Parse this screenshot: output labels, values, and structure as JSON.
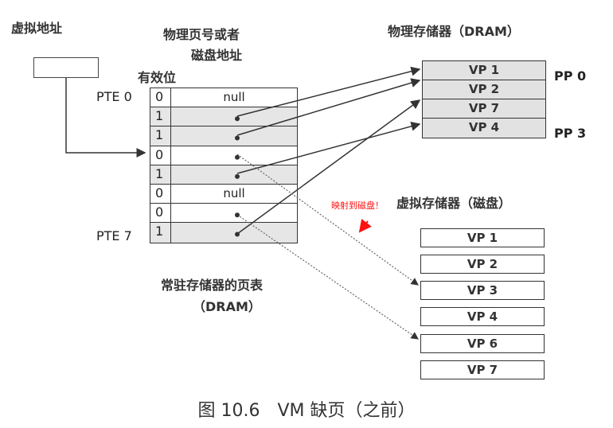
{
  "labels": {
    "virtual_address": "虚拟地址",
    "phys_page_or_disk_line1": "物理页号或者",
    "phys_page_or_disk_line2": "磁盘地址",
    "valid_bit": "有效位",
    "pte_first": "PTE 0",
    "pte_last": "PTE 7",
    "physical_memory": "物理存储器（DRAM）",
    "virtual_memory": "虚拟存储器（磁盘）",
    "page_table_line1": "常驻存储器的页表",
    "page_table_line2": "（DRAM）",
    "pp_first": "PP 0",
    "pp_last": "PP 3",
    "annotation": "映射到磁盘！"
  },
  "page_table": {
    "rows": [
      {
        "valid": "0",
        "addr": "null",
        "pointer": false
      },
      {
        "valid": "1",
        "addr": "",
        "pointer": true
      },
      {
        "valid": "1",
        "addr": "",
        "pointer": true
      },
      {
        "valid": "0",
        "addr": "",
        "pointer": true
      },
      {
        "valid": "1",
        "addr": "",
        "pointer": true
      },
      {
        "valid": "0",
        "addr": "null",
        "pointer": false
      },
      {
        "valid": "0",
        "addr": "",
        "pointer": true
      },
      {
        "valid": "1",
        "addr": "",
        "pointer": true
      }
    ]
  },
  "physical_pages": [
    "VP 1",
    "VP 2",
    "VP 7",
    "VP 4"
  ],
  "disk_pages": [
    "VP 1",
    "VP 2",
    "VP 3",
    "VP 4",
    "VP 6",
    "VP 7"
  ],
  "caption": "图 10.6　VM 缺页（之前）",
  "colors": {
    "line": "#333333",
    "shade": "#e6e6e6",
    "annotation": "#ff1111"
  }
}
